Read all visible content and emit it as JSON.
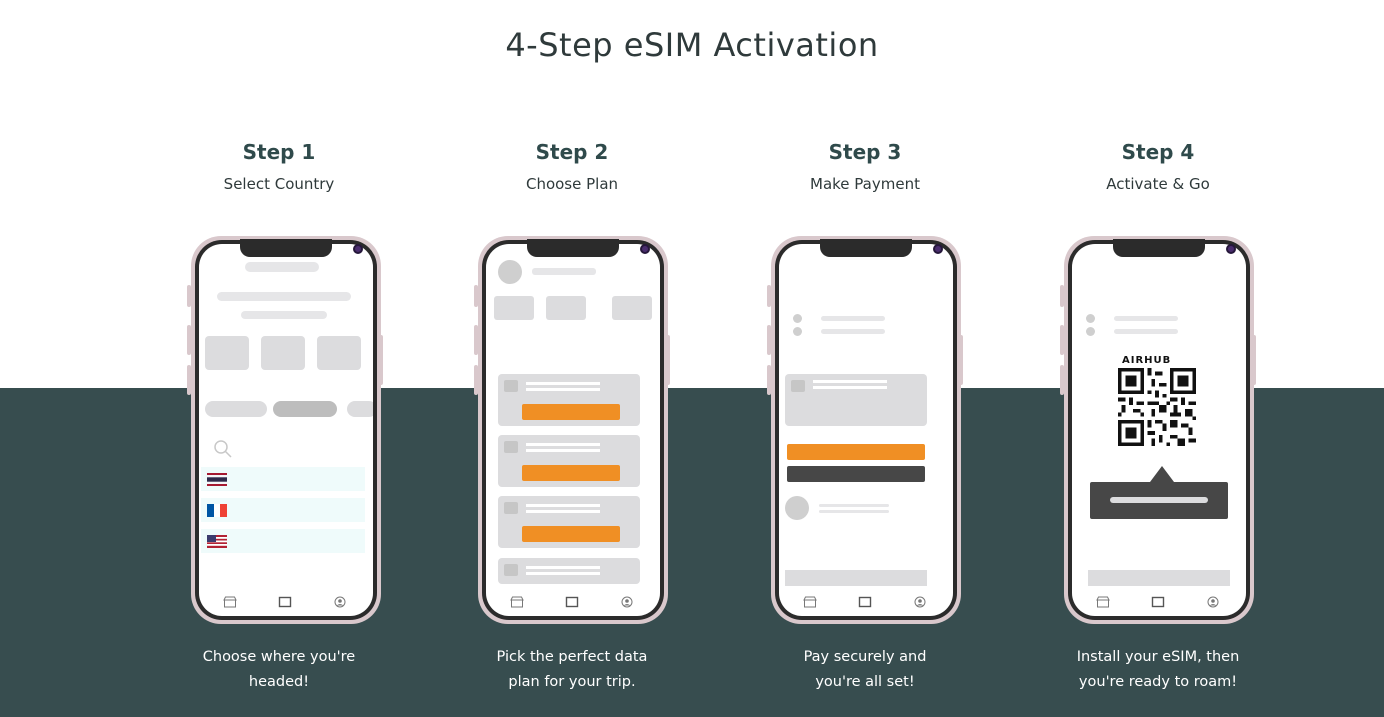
{
  "title": "4-Step eSIM Activation",
  "steps": [
    {
      "number": "Step 1",
      "name": "Select Country",
      "description": "Choose where you're headed!"
    },
    {
      "number": "Step 2",
      "name": "Choose Plan",
      "description": "Pick the perfect data plan for your trip."
    },
    {
      "number": "Step 3",
      "name": "Make Payment",
      "description": "Pay securely and you're all set!"
    },
    {
      "number": "Step 4",
      "name": "Activate & Go",
      "description": "Install your eSIM, then you're ready to roam!"
    }
  ],
  "qr_brand": "AIRHUB",
  "flags": [
    "thailand-flag-icon",
    "france-flag-icon",
    "usa-flag-icon"
  ],
  "nav_icons": [
    "store-icon",
    "sim-card-icon",
    "profile-icon"
  ],
  "colors": {
    "band": "#374d4f",
    "accent": "#f08f24",
    "title": "#2f3a3b"
  }
}
